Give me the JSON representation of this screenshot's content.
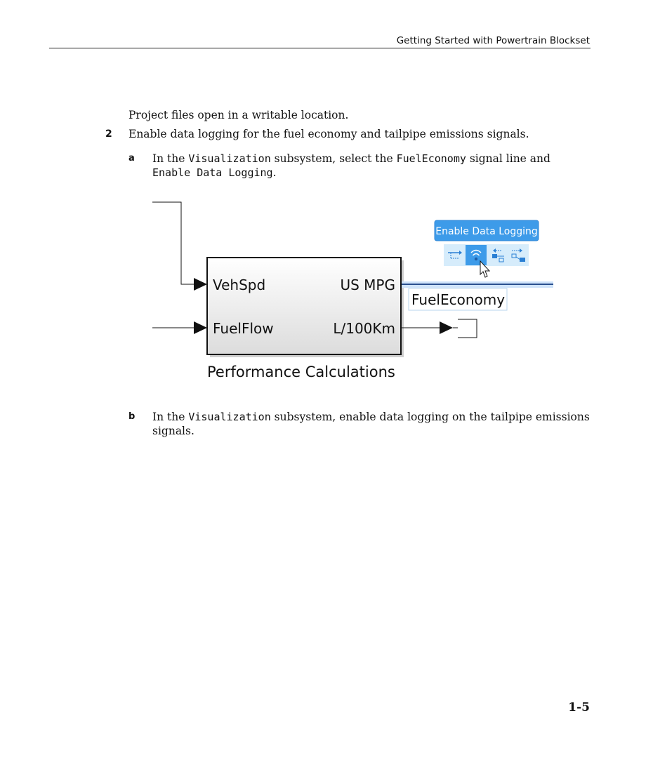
{
  "header": {
    "title": "Getting Started with Powertrain Blockset"
  },
  "body": {
    "intro_line": "Project files open in a writable location.",
    "step2": {
      "number": "2",
      "text": "Enable data logging for the fuel economy and tailpipe emissions signals."
    },
    "substep_a": {
      "letter": "a",
      "pre": "In the ",
      "code1": "Visualization",
      "mid": " subsystem, select the ",
      "code2": "FuelEconomy",
      "post": " signal line and",
      "code3": "Enable Data Logging",
      "end": "."
    },
    "substep_b": {
      "letter": "b",
      "pre": "In the ",
      "code1": "Visualization",
      "post": " subsystem, enable data logging on the tailpipe emissions",
      "line2": "signals."
    }
  },
  "diagram": {
    "block": {
      "name": "Performance Calculations",
      "in_ports": [
        "VehSpd",
        "FuelFlow"
      ],
      "out_ports": [
        "US MPG",
        "L/100Km"
      ]
    },
    "signal_label": "FuelEconomy",
    "tooltip": "Enable Data Logging",
    "colors": {
      "highlight": "#4a90e2",
      "tooltip_bg": "#3d9be9",
      "toolbar_bg": "#d6ecfb",
      "selected_btn": "#3d9be9"
    }
  },
  "footer": {
    "page_number": "1-5"
  }
}
